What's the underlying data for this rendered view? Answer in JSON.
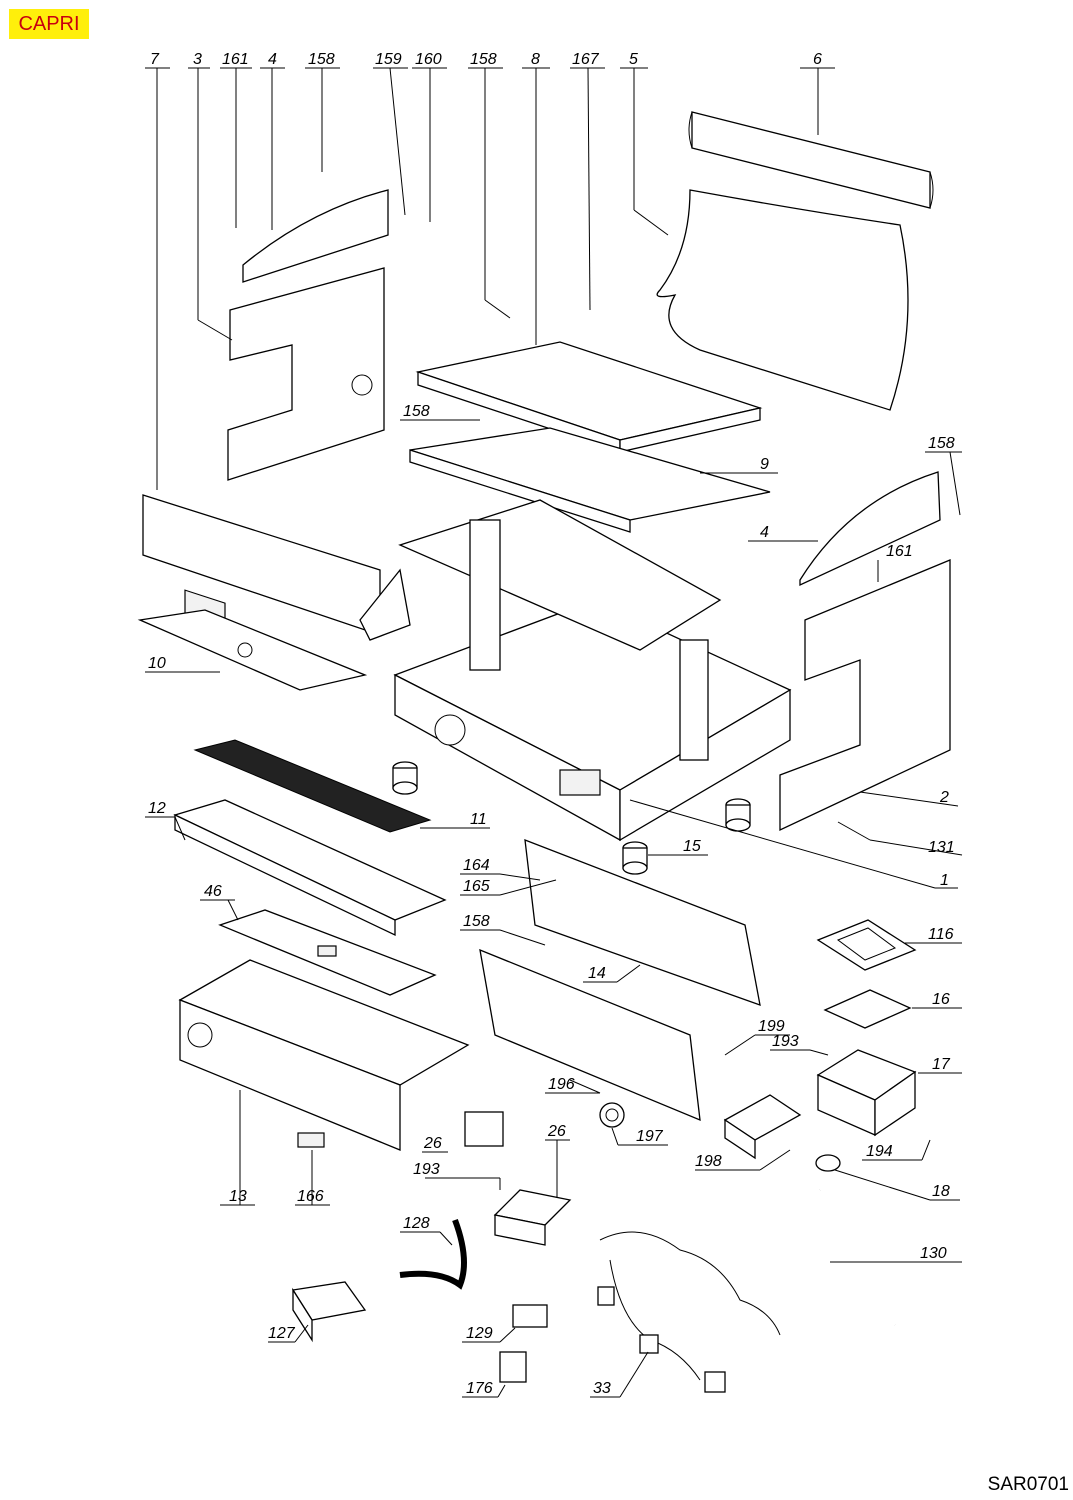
{
  "model_badge": "CAPRI",
  "drawing_code": "SAR0701",
  "colors": {
    "badge_bg": "#ffef0b",
    "badge_text": "#c8000f"
  },
  "labels": {
    "l7": "7",
    "l3": "3",
    "l161a": "161",
    "l4a": "4",
    "l158a": "158",
    "l159": "159",
    "l160": "160",
    "l158b": "158",
    "l8": "8",
    "l167": "167",
    "l5": "5",
    "l6": "6",
    "l158c": "158",
    "l9": "9",
    "l158d": "158",
    "l4b": "4",
    "l161b": "161",
    "l10": "10",
    "l2": "2",
    "l131": "131",
    "l1": "1",
    "l12": "12",
    "l11": "11",
    "l15": "15",
    "l164": "164",
    "l165": "165",
    "l46": "46",
    "l158e": "158",
    "l14": "14",
    "l116": "116",
    "l16": "16",
    "l199": "199",
    "l193a": "193",
    "l17": "17",
    "l196": "196",
    "l197": "197",
    "l198": "198",
    "l194": "194",
    "l18": "18",
    "l26a": "26",
    "l26b": "26",
    "l193b": "193",
    "l13": "13",
    "l166": "166",
    "l128": "128",
    "l130": "130",
    "l127": "127",
    "l129": "129",
    "l33": "33",
    "l176": "176"
  }
}
